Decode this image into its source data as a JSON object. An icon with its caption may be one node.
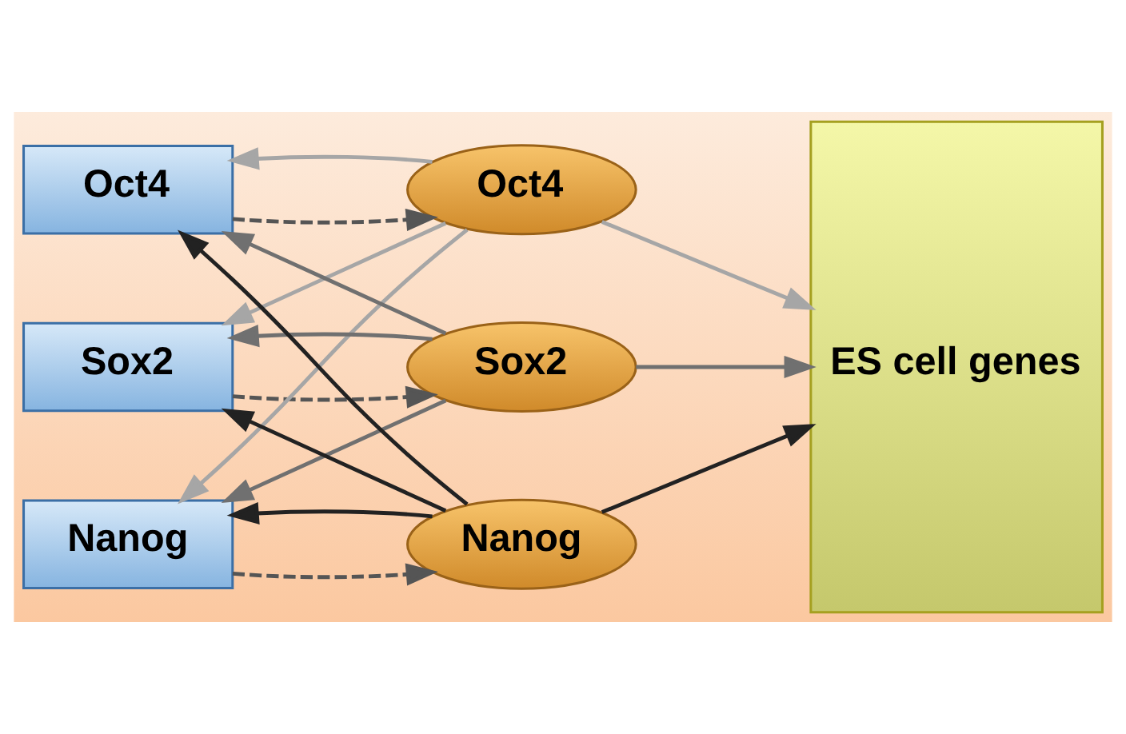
{
  "diagram": {
    "nodes": [
      {
        "text": [
          "Oct4"
        ]
      },
      {
        "text": [
          "Sox2"
        ]
      },
      {
        "text": [
          "Nanog"
        ]
      },
      {
        "text": [
          "Oct4"
        ]
      },
      {
        "text": [
          "Sox2"
        ]
      },
      {
        "text": [
          "Nanog"
        ]
      },
      {
        "text": [
          "ES cell genes"
        ]
      }
    ],
    "edges": [
      {
        "from": 0,
        "to": 3,
        "arrow": "to",
        "style": "dashed",
        "color": "#555555"
      },
      {
        "from": 1,
        "to": 4,
        "arrow": "to",
        "style": "dashed",
        "color": "#555555"
      },
      {
        "from": 2,
        "to": 5,
        "arrow": "to",
        "style": "dashed",
        "color": "#555555"
      },
      {
        "from": 3,
        "to": 6,
        "arrow": "to",
        "color": "#a6a6a6"
      },
      {
        "from": 4,
        "to": 6,
        "arrow": "to",
        "color": "#707070"
      },
      {
        "from": 5,
        "to": 6,
        "arrow": "to",
        "color": "#222222"
      },
      {
        "from": 3,
        "to": 0,
        "arrow": "to",
        "color": "#a6a6a6"
      },
      {
        "from": 3,
        "to": 1,
        "arrow": "to",
        "color": "#a6a6a6"
      },
      {
        "from": 3,
        "to": 2,
        "arrow": "to",
        "color": "#a6a6a6"
      },
      {
        "from": 4,
        "to": 0,
        "arrow": "to",
        "color": "#707070"
      },
      {
        "from": 4,
        "to": 1,
        "arrow": "to",
        "color": "#707070"
      },
      {
        "from": 4,
        "to": 2,
        "arrow": "to",
        "color": "#707070"
      },
      {
        "from": 5,
        "to": 0,
        "arrow": "to",
        "color": "#222222"
      },
      {
        "from": 5,
        "to": 1,
        "arrow": "to",
        "color": "#222222"
      },
      {
        "from": 5,
        "to": 2,
        "arrow": "to",
        "color": "#222222"
      }
    ]
  }
}
